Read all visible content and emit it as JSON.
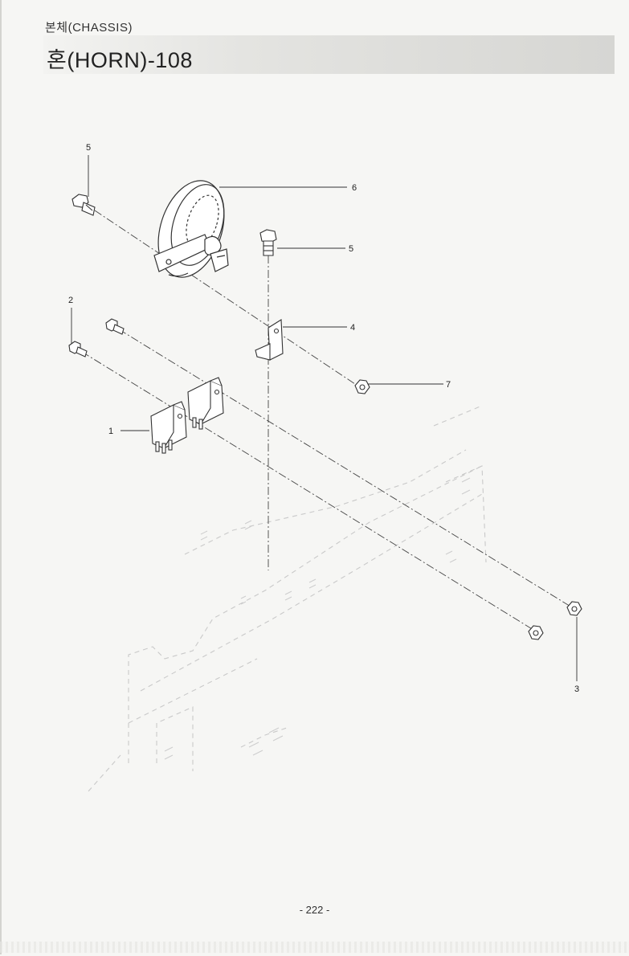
{
  "header": {
    "section": "본체(CHASSIS)",
    "title": "혼(HORN)-108"
  },
  "callouts": {
    "c1": "1",
    "c2": "2",
    "c3": "3",
    "c4": "4",
    "c5_left": "5",
    "c5_right": "5",
    "c6": "6",
    "c7": "7"
  },
  "footer": {
    "page_number": "- 222 -"
  }
}
